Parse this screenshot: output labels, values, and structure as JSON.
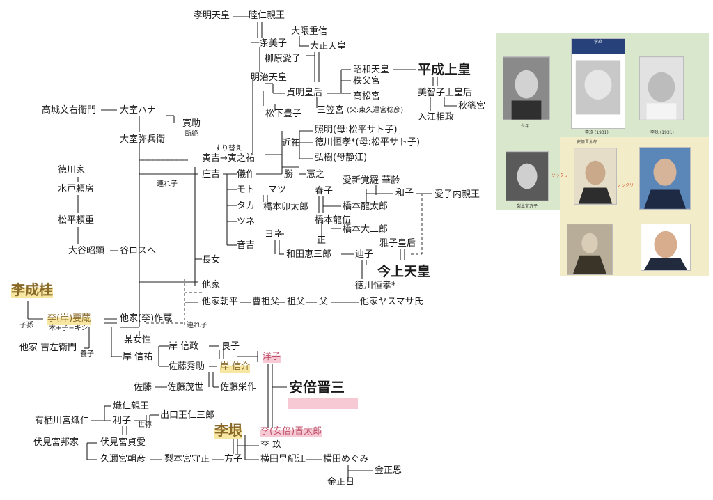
{
  "labels": {
    "komei": "孝明天皇",
    "mutsuhito": "睦仁親王",
    "ichijo": "一条美子",
    "okuma": "大隈重信",
    "yanagiwara": "柳原愛子",
    "taisho": "大正天皇",
    "meiji": "明治天皇",
    "teimei": "貞明皇后",
    "showa": "昭和天皇",
    "heisei": "平成上皇",
    "chichibu": "秩父宮",
    "michiko": "美智子上皇后",
    "takamatsu": "高松宮",
    "akishino": "秋篠宮",
    "matsushita": "松下豊子",
    "mikasa": "三笠宮",
    "mikasa_note": "(父:東久邇宮稔彦)",
    "irie": "入江相政",
    "takagi": "高城文右衛門",
    "omuro_hana": "大室ハナ",
    "torasuke": "寅助",
    "dansetsu": "断絶",
    "omuro_yahei": "大室弥兵衛",
    "shorimeru": "すり替え",
    "toraki": "寅吉→寅之祐",
    "terumichi": "照明(母:松平サト子)",
    "chikaaki": "近祐",
    "tokugawa_tsunetaka": "徳川恒孝*(母:松平サト子)",
    "hiroki": "弘樹(母静江)",
    "tokugawa": "徳川家",
    "shokichi": "庄吉",
    "gisaku": "儀作",
    "katsu": "勝",
    "noriyuki": "憲之",
    "tsurego1": "連れ子",
    "mito": "水戸頼房",
    "moto": "モト",
    "matsu": "マツ",
    "haruko": "春子",
    "aishinkakura": "愛新覚羅 華齢",
    "kazuko": "和子",
    "aiko": "愛子内親王",
    "taka": "タカ",
    "hashimoto_utaro": "橋本卯太郎",
    "hashimoto_ryutaro": "橋本龍太郎",
    "matsudaira_yorishige": "松平頼重",
    "tsune": "ツネ",
    "hashimoto_ryugo": "橋本龍伍",
    "hashimoto_daijiro": "橋本大二郎",
    "yone": "ヨネ",
    "tadashi": "正",
    "masako": "雅子皇后",
    "otani": "大谷昭顕",
    "taniguchi": "谷ロスへ",
    "otokichi": "音吉",
    "wada": "和田恵三郎",
    "yuko": "迪子",
    "kinjo": "今上天皇",
    "chojo": "長女",
    "tokugawa_tsunetaka2": "徳川恒孝*",
    "yi_seonggye": "李成桂",
    "takeke": "他家",
    "takeke_asahira": "他家朝平",
    "sosofu": "曹祖父",
    "sofu": "祖父",
    "chichi": "父",
    "takeke_yasumasa": "他家ヤスマサ氏",
    "shison": "子孫",
    "kishi_yozo": "李(岸)要蔵",
    "takeke_sakuzo": "他家(李)作蔵",
    "kinoko": "木+子=キシ",
    "tsurego2": "連れ子",
    "bojosei": "某女性",
    "takeke_kichizaemon": "他家 吉左衛門",
    "yoshi": "養子",
    "kishi_nobumasa": "岸 信政",
    "ryoko": "良子",
    "kishi_nobusuke_father": "岸 信祐",
    "yoko": "洋子",
    "sato_hidesuke": "佐藤秀助",
    "kishi_nobusuke": "岸 信介",
    "abe_shinzo": "安倍晋三",
    "sato": "佐藤",
    "sato_shigeyo": "佐藤茂世",
    "sato_eisaku": "佐藤栄作",
    "takahito": "熾仁親王",
    "arisugawa": "有栖川宮熾仁",
    "rishi": "利子",
    "deguchi": "出口王仁三郎",
    "seiya": "世弥",
    "yi_gun": "李垠",
    "abe_shintaro": "李(安倍)晋太郎",
    "fushimi": "伏見宮邦家",
    "fushimi_sadanaru": "伏見宮貞愛",
    "yi_ku": "李 玖",
    "kuninomiya": "久邇宮朝彦",
    "nashimoto": "梨本宮守正",
    "masako_yi": "方子",
    "yokota_sakie": "横田早紀江",
    "yokota_megumi": "横田めぐみ",
    "kim_jongeun": "金正恩",
    "kim_jongil": "金正日"
  },
  "panel": {
    "captions": {
      "c1": "少年",
      "c2": "李玖 (1931)",
      "c3": "李玖 (1931)",
      "c4": "梨本宮方子",
      "c5": "安倍晋太郎"
    },
    "arrow_label": "ソックリ",
    "doc_header": "李玖"
  }
}
